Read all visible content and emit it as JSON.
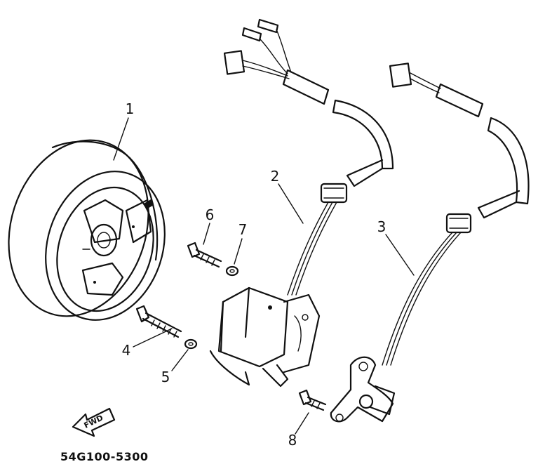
{
  "diagram": {
    "part_numbers": [
      "1",
      "2",
      "3",
      "4",
      "5",
      "6",
      "7",
      "8"
    ],
    "direction_label": "FWD",
    "drawing_code": "54G100-5300"
  }
}
